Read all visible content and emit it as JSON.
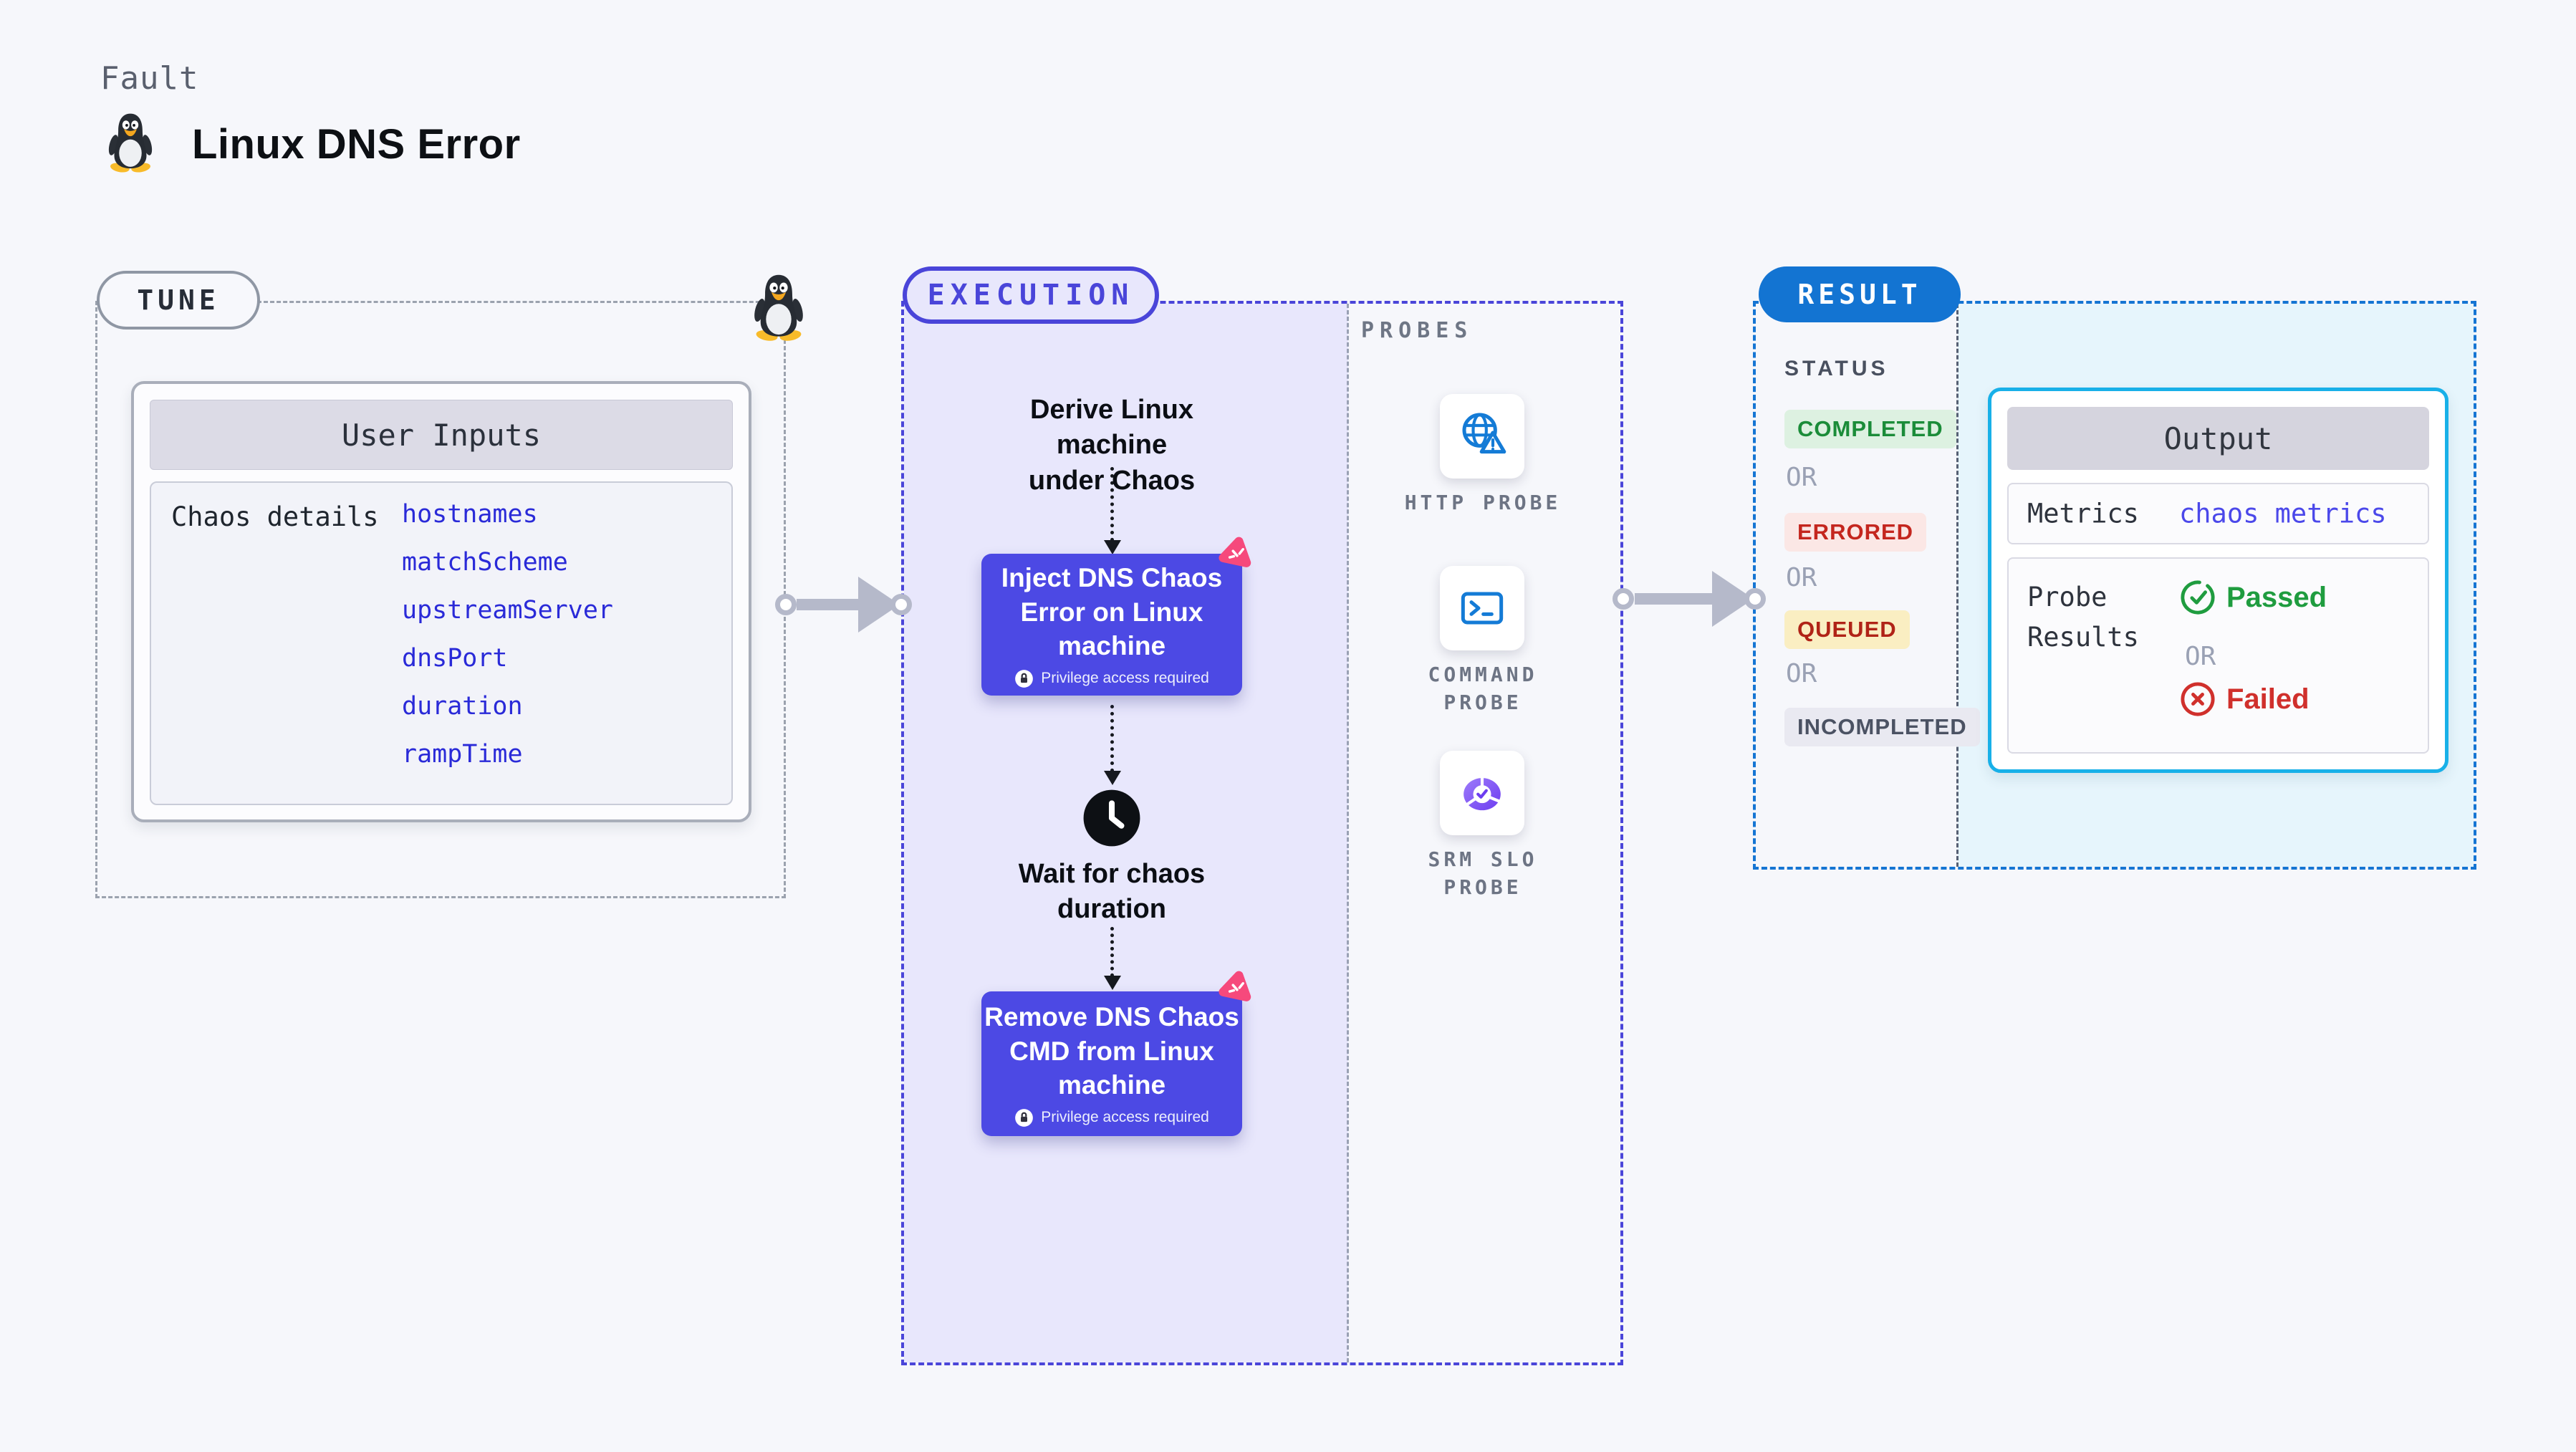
{
  "header": {
    "kicker": "Fault",
    "title": "Linux DNS Error"
  },
  "tune": {
    "label": "TUNE",
    "inputs_card": {
      "header": "User Inputs",
      "row_label": "Chaos details",
      "params": [
        "hostnames",
        "matchScheme",
        "upstreamServer",
        "dnsPort",
        "duration",
        "rampTime"
      ]
    }
  },
  "execution": {
    "label": "EXECUTION",
    "derive_text": "Derive Linux machine\nunder Chaos",
    "inject_node": {
      "title": "Inject DNS Chaos\nError on Linux\nmachine",
      "privilege": "Privilege access required"
    },
    "wait_text": "Wait for chaos\nduration",
    "remove_node": {
      "title": "Remove DNS Chaos\nCMD from Linux\nmachine",
      "privilege": "Privilege access required"
    }
  },
  "probes": {
    "label": "PROBES",
    "items": [
      {
        "name": "HTTP PROBE",
        "icon": "globe-warning-icon"
      },
      {
        "name": "COMMAND\nPROBE",
        "icon": "terminal-icon"
      },
      {
        "name": "SRM SLO\nPROBE",
        "icon": "slo-donut-check-icon"
      }
    ]
  },
  "result": {
    "label": "RESULT",
    "status": {
      "label": "STATUS",
      "separator": "OR",
      "badges": [
        {
          "text": "COMPLETED",
          "bg": "#ddf1e1",
          "fg": "#1b8c39"
        },
        {
          "text": "ERRORED",
          "bg": "#fbe7e5",
          "fg": "#c4261e"
        },
        {
          "text": "QUEUED",
          "bg": "#faeec2",
          "fg": "#b02317"
        },
        {
          "text": "INCOMPLETED",
          "bg": "#e9e9f1",
          "fg": "#4b5263"
        }
      ]
    },
    "output": {
      "header": "Output",
      "metrics_label": "Metrics",
      "metrics_value": "chaos metrics",
      "probe_results_label": "Probe\nResults",
      "passed": "Passed",
      "separator": "OR",
      "failed": "Failed"
    }
  },
  "colors": {
    "page_bg": "#f6f7fb",
    "tune_dash": "#9ba2ae",
    "execution_dash": "#4a45d9",
    "execution_fill": "#e8e7fc",
    "result_dash": "#1575d3",
    "result_fill": "#e6f5fc",
    "node_bg": "#4c49e4",
    "chaos_logo_pink": "#f6497c",
    "param_blue": "#2a2ad8",
    "probe_icon_blue": "#147bd6",
    "output_border": "#18b0e8",
    "passed_green": "#1f9c3f",
    "failed_red": "#d0302c",
    "arrow_gray": "#b5b9ca",
    "result_pill_blue": "#1374d2"
  }
}
